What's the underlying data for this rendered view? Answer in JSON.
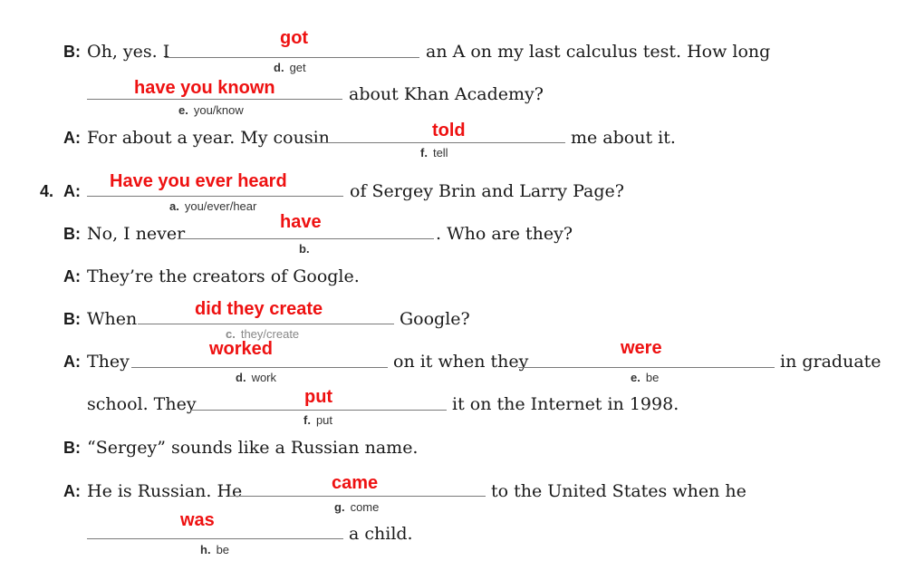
{
  "rows": {
    "r1": {
      "speaker": "B:",
      "pre": "Oh, yes. I",
      "post": "an A on my last calculus test. How long",
      "blank": {
        "answer": "got",
        "letter": "d.",
        "hint": "get"
      }
    },
    "r2": {
      "post": "about Khan Academy?",
      "blank": {
        "answer": "have you known",
        "letter": "e.",
        "hint": "you/know"
      }
    },
    "r3": {
      "speaker": "A:",
      "pre": "For about a year. My cousin",
      "post": "me about it.",
      "blank": {
        "answer": "told",
        "letter": "f.",
        "hint": "tell"
      }
    },
    "r4": {
      "number": "4.",
      "speaker": "A:",
      "post": "of Sergey Brin and Larry Page?",
      "blank": {
        "answer": "Have you ever heard",
        "letter": "a.",
        "hint": "you/ever/hear"
      }
    },
    "r5": {
      "speaker": "B:",
      "pre": "No, I never",
      "post": ". Who are they?",
      "blank": {
        "answer": "have",
        "letter": "b.",
        "hint": ""
      }
    },
    "r6": {
      "speaker": "A:",
      "text": "They’re the creators of Google."
    },
    "r7": {
      "speaker": "B:",
      "pre": "When",
      "post": "Google?",
      "blank": {
        "answer": "did they create",
        "letter": "c.",
        "hint": "they/create"
      }
    },
    "r8": {
      "speaker": "A:",
      "pre": "They",
      "mid": "on it when they",
      "post": "in graduate",
      "blank1": {
        "answer": "worked",
        "letter": "d.",
        "hint": "work"
      },
      "blank2": {
        "answer": "were",
        "letter": "e.",
        "hint": "be"
      }
    },
    "r9": {
      "pre": "school. They",
      "post": "it on the Internet in 1998.",
      "blank": {
        "answer": "put",
        "letter": "f.",
        "hint": "put"
      }
    },
    "r10": {
      "speaker": "B:",
      "text": "“Sergey” sounds like a Russian name."
    },
    "r11": {
      "speaker": "A:",
      "pre": "He is Russian. He",
      "post": "to the United States when he",
      "blank": {
        "answer": "came",
        "letter": "g.",
        "hint": "come"
      }
    },
    "r12": {
      "post": "a child.",
      "blank": {
        "answer": "was",
        "letter": "h.",
        "hint": "be"
      }
    }
  }
}
